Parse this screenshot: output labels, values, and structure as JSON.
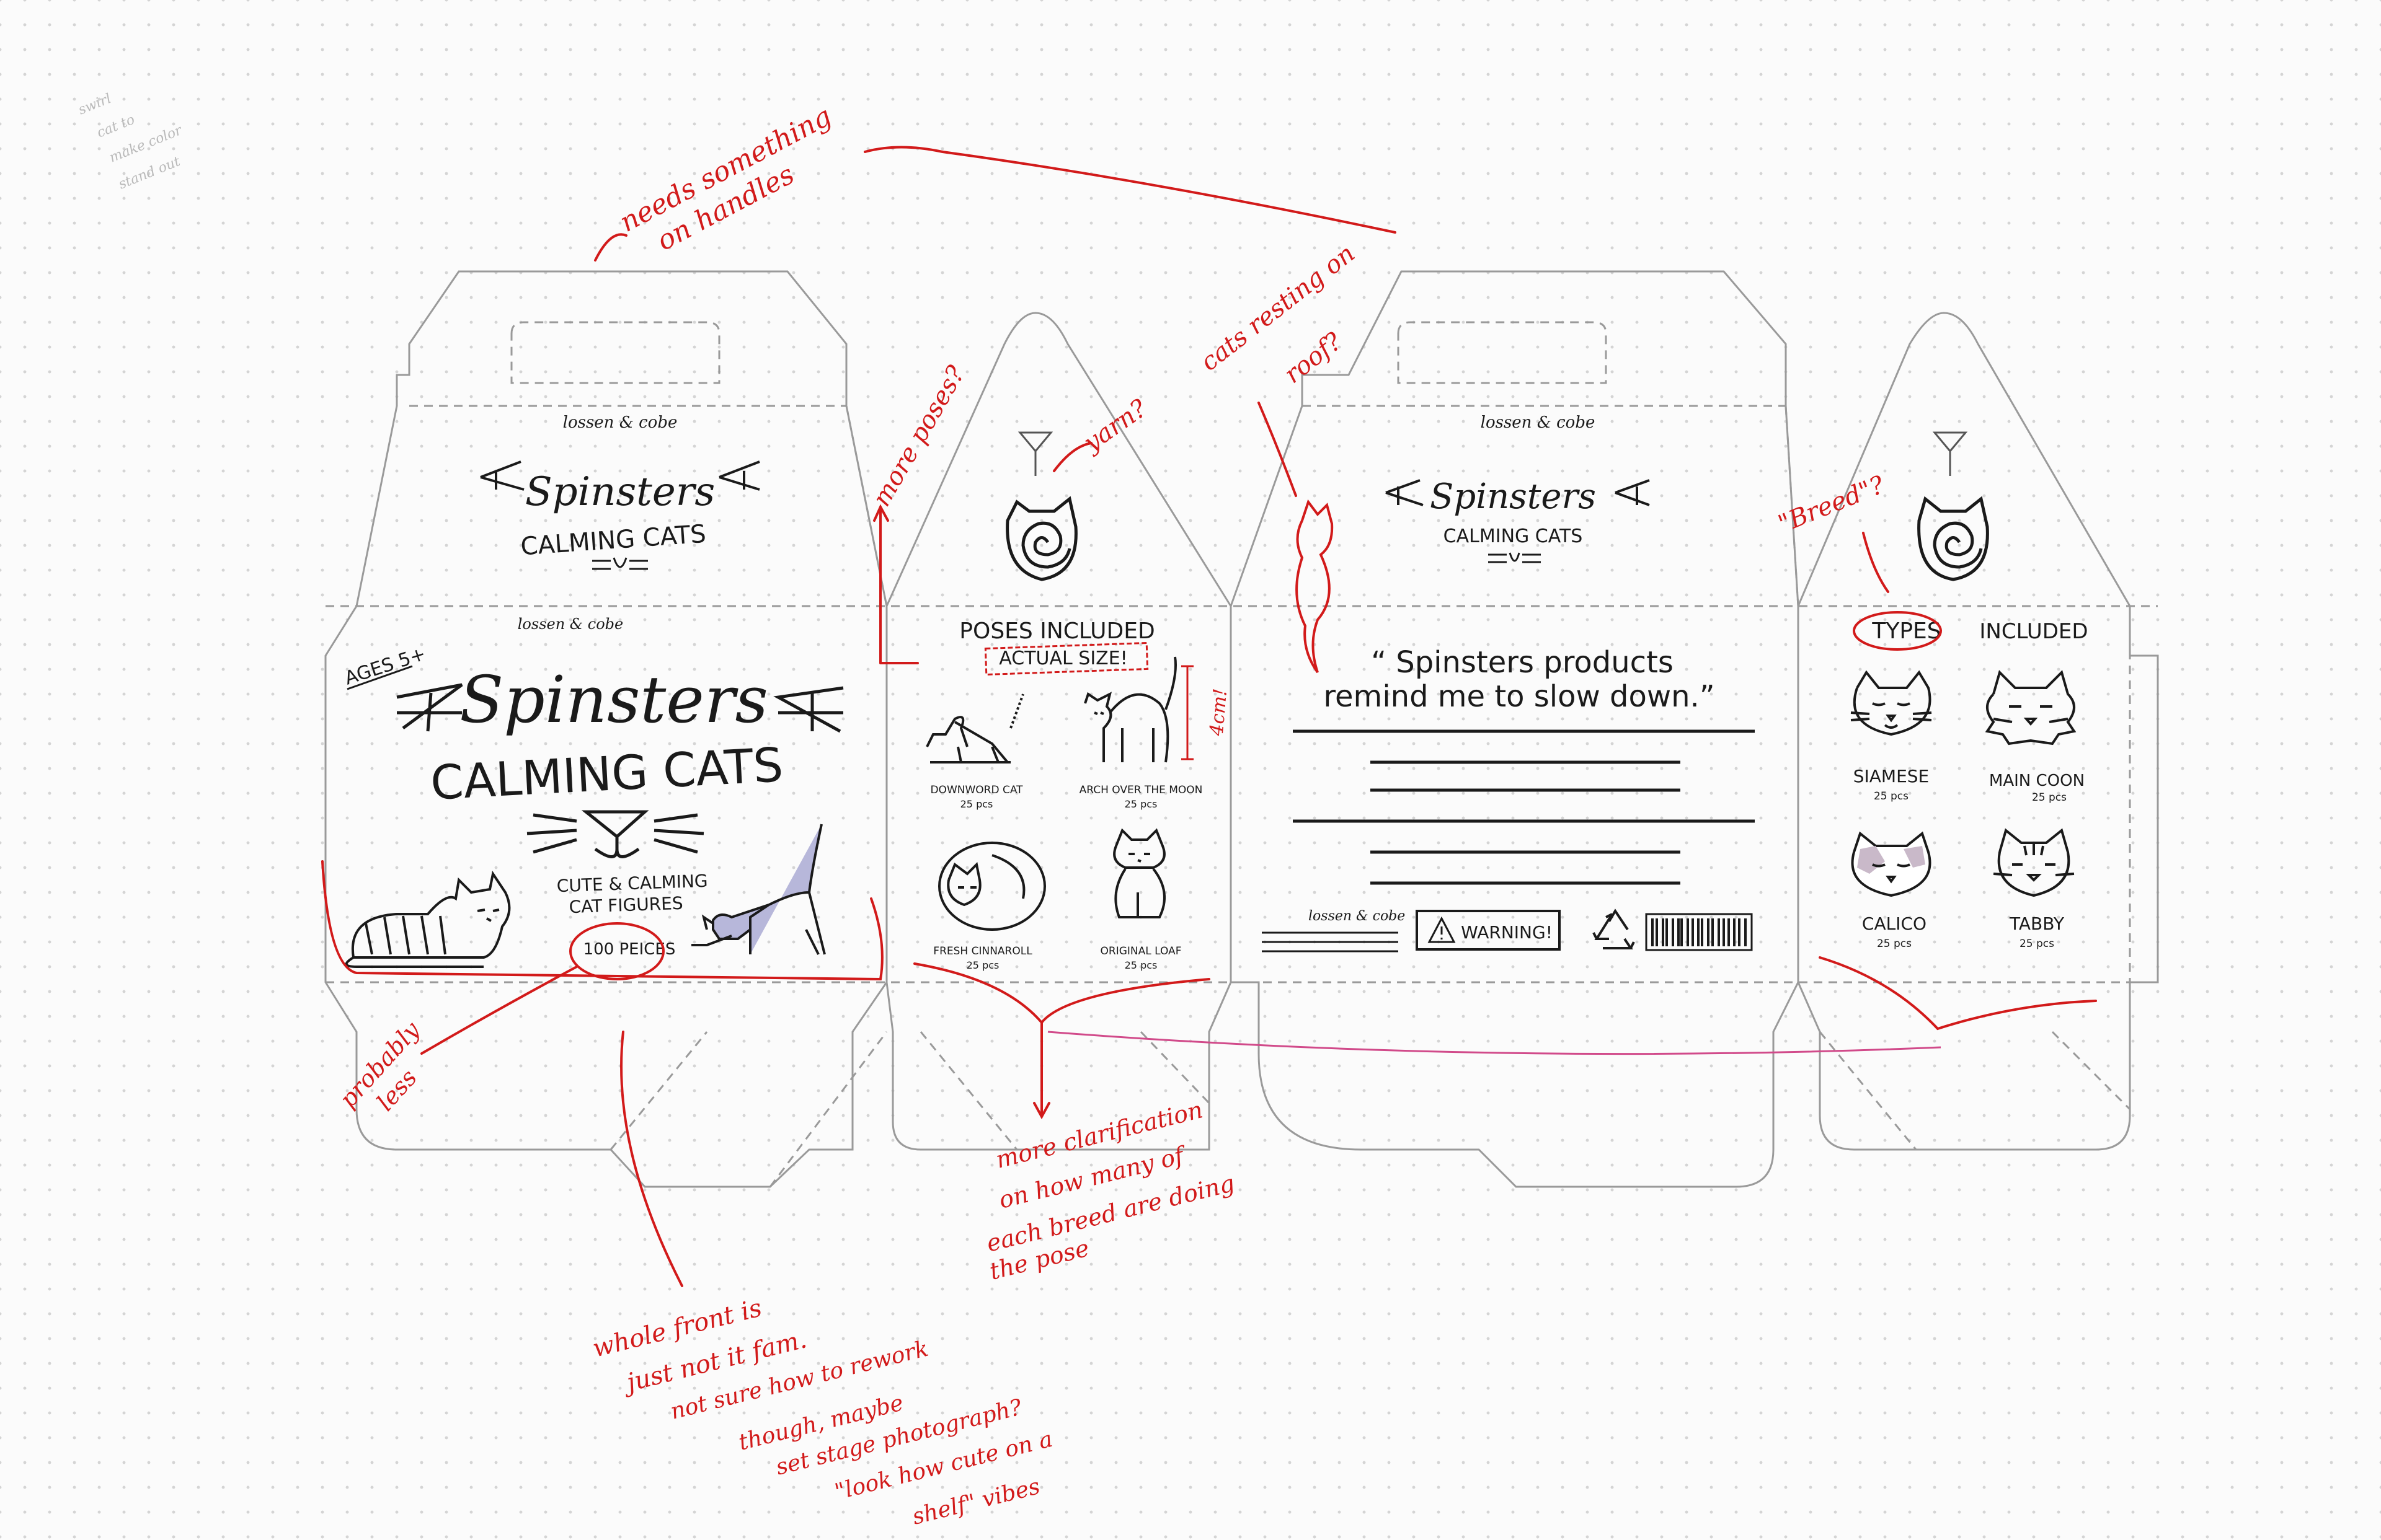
{
  "panel1": {
    "brand_flap": "lossen & cobe",
    "flap_title": "Spinsters",
    "flap_subtitle": "CALMING CATS",
    "brand_front": "lossen & cobe",
    "ages": "AGES 5+",
    "title": "Spinsters",
    "subtitle": "CALMING CATS",
    "tagline_1": "CUTE & CALMING",
    "tagline_2": "CAT FIGURES",
    "pieces": "100 PEICES"
  },
  "panel2": {
    "heading": "POSES INCLUDED",
    "actual_size": "ACTUAL SIZE!",
    "height_note": "4cm!",
    "poses": [
      {
        "name": "DOWNWORD CAT",
        "count": "25 pcs"
      },
      {
        "name": "ARCH OVER THE MOON",
        "count": "25 pcs"
      },
      {
        "name": "FRESH CINNAROLL",
        "count": "25 pcs"
      },
      {
        "name": "ORIGINAL LOAF",
        "count": "25 pcs"
      }
    ]
  },
  "panel3": {
    "brand_flap": "lossen & cobe",
    "flap_title": "Spinsters",
    "flap_subtitle": "CALMING CATS",
    "quote_1": "“ Spinsters products",
    "quote_2": "remind me to slow down.”",
    "brand_footer": "lossen & cobe",
    "warning": "WARNING!"
  },
  "panel4": {
    "heading_1": "TYPES",
    "heading_2": "INCLUDED",
    "types": [
      {
        "name": "SIAMESE",
        "count": "25 pcs"
      },
      {
        "name": "MAIN COON",
        "count": "25 pcs"
      },
      {
        "name": "CALICO",
        "count": "25 pcs"
      },
      {
        "name": "TABBY",
        "count": "25 pcs"
      }
    ]
  },
  "annotations": {
    "handles_1": "needs something",
    "handles_2": "on handles",
    "more_poses": "more poses?",
    "yarn": "yarn?",
    "cats_roof_1": "cats resting on",
    "cats_roof_2": "roof?",
    "breed": "\"Breed\"?",
    "probably_less_1": "probably",
    "probably_less_2": "less",
    "clarify_1": "more clarification",
    "clarify_2": "on how many of",
    "clarify_3": "each breed are doing",
    "clarify_4": "the pose",
    "front_1": "whole front is",
    "front_2": "just not it fam.",
    "front_3": "not sure how to rework",
    "front_4": "though, maybe",
    "front_5": "set stage photograph?",
    "front_6": "\"look how cute on a",
    "front_7": "shelf\" vibes"
  },
  "pencil_note": [
    "swirl",
    "cat to",
    "make color",
    "stand out"
  ],
  "colors": {
    "ink": "#1a1a1a",
    "annotation_red": "#d21a1a",
    "dieline_gray": "#9a9a9a",
    "pink_line": "#d14a8a",
    "lilac_fill": "#b7b7da",
    "calico_patch": "#c9b9c9",
    "paper": "#fbfbfb"
  }
}
